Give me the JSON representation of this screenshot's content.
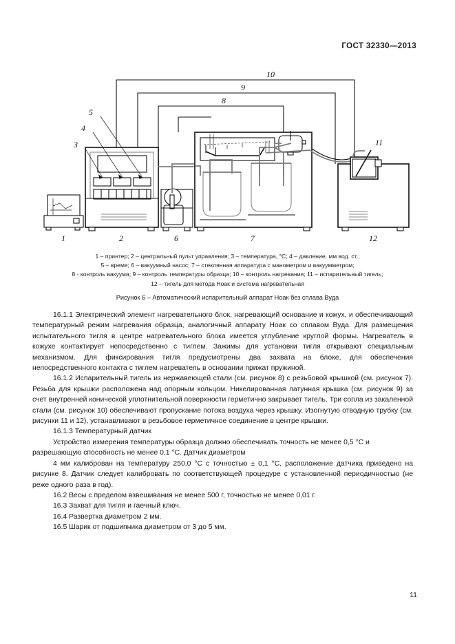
{
  "header": {
    "standard_id": "ГОСТ 32330—2013"
  },
  "figure": {
    "callouts": [
      {
        "id": "3",
        "label": "3"
      },
      {
        "id": "4",
        "label": "4"
      },
      {
        "id": "5",
        "label": "5"
      },
      {
        "id": "8",
        "label": "8"
      },
      {
        "id": "9",
        "label": "9"
      },
      {
        "id": "10",
        "label": "10"
      },
      {
        "id": "11",
        "label": "11"
      }
    ],
    "baseline_labels": [
      {
        "id": "1",
        "label": "1"
      },
      {
        "id": "2",
        "label": "2"
      },
      {
        "id": "6",
        "label": "6"
      },
      {
        "id": "7",
        "label": "7"
      },
      {
        "id": "12",
        "label": "12"
      }
    ],
    "legend_lines": [
      "1 – принтер; 2 – центральный пульт управления; 3 – температура, °C; 4 – давление, мм вод. ст.;",
      "5 – время; 6 – вакуумный насос; 7 – стеклянная аппаратура с манометром и вакуумметром;",
      "8 - контроль вакуума; 9 – контроль температуры образца; 10 – контроль нагревания; 11 – испарительный тигель;",
      "12 – тигель для метода Ноак и система нагревательная"
    ],
    "caption": "Рисунок 6 – Автоматический испарительный аппарат Ноак без сплава Вуда"
  },
  "body": {
    "paragraphs": [
      "16.1.1 Электрический элемент нагревательного блок, нагревающий основание и кожух,  и обеспечивающий  температурный режим  нагревания образца, аналогичный   аппарату Ноак со сплавом Вуда. Для размещения испытательного тигля в центре нагревательного блока имеется углубление круглой формы. Нагреватель в кожухе  контактирует  непосредственно с тиглем. Зажимы для установки тигля открывают специальным механизмом. Для фиксирования тигля предусмотрены два захвата на блоке,  для обеспечения непосредственного контакта с тиглем нагреватель в основании прижат пружиной.",
      "16.1.2 Испарительный тигель из нержавеющей стали (см. рисунок 8) с резьбовой крышкой (см. рисунок 7). Резьба для крышки расположена над опорным кольцом. Никелированная латунная крышка (см. рисунок 9) за счет внутренней конической уплотнительной поверхности герметично закрывает тигель. Три сопла из закаленной стали (см. рисунок 10) обеспечивают пропускание потока воздуха через крышку. Изогнутую отводную трубку (см. рисунки 11 и 12), устанавливают в резьбовое герметичное соединение в центре крышки.",
      "16.1.3 Температурный датчик",
      "Устройство измерения температуры образца должно обеспечивать точность не менее 0,5 °С и разрешающую способность не менее 0,1 °С. Датчик диаметром",
      "4 мм калиброван на температуру 250,0 °С с точностью ± 0,1 °С,   расположение датчика приведено на рисунке 8. Датчик следует калибровать по соответствующей процедуре с установленной периодичностью (не реже одного раза в год).",
      "16.2 Весы с пределом взвешивания не менее 500 г,  точностью не менее 0,01 г.",
      "16.3 Захват для тигля и гаечный ключ.",
      "16.4 Развертка диаметром 2 мм.",
      "16.5 Шарик от подшипника диаметром от 3 до 5 мм."
    ]
  },
  "footer": {
    "page_number": "11"
  }
}
